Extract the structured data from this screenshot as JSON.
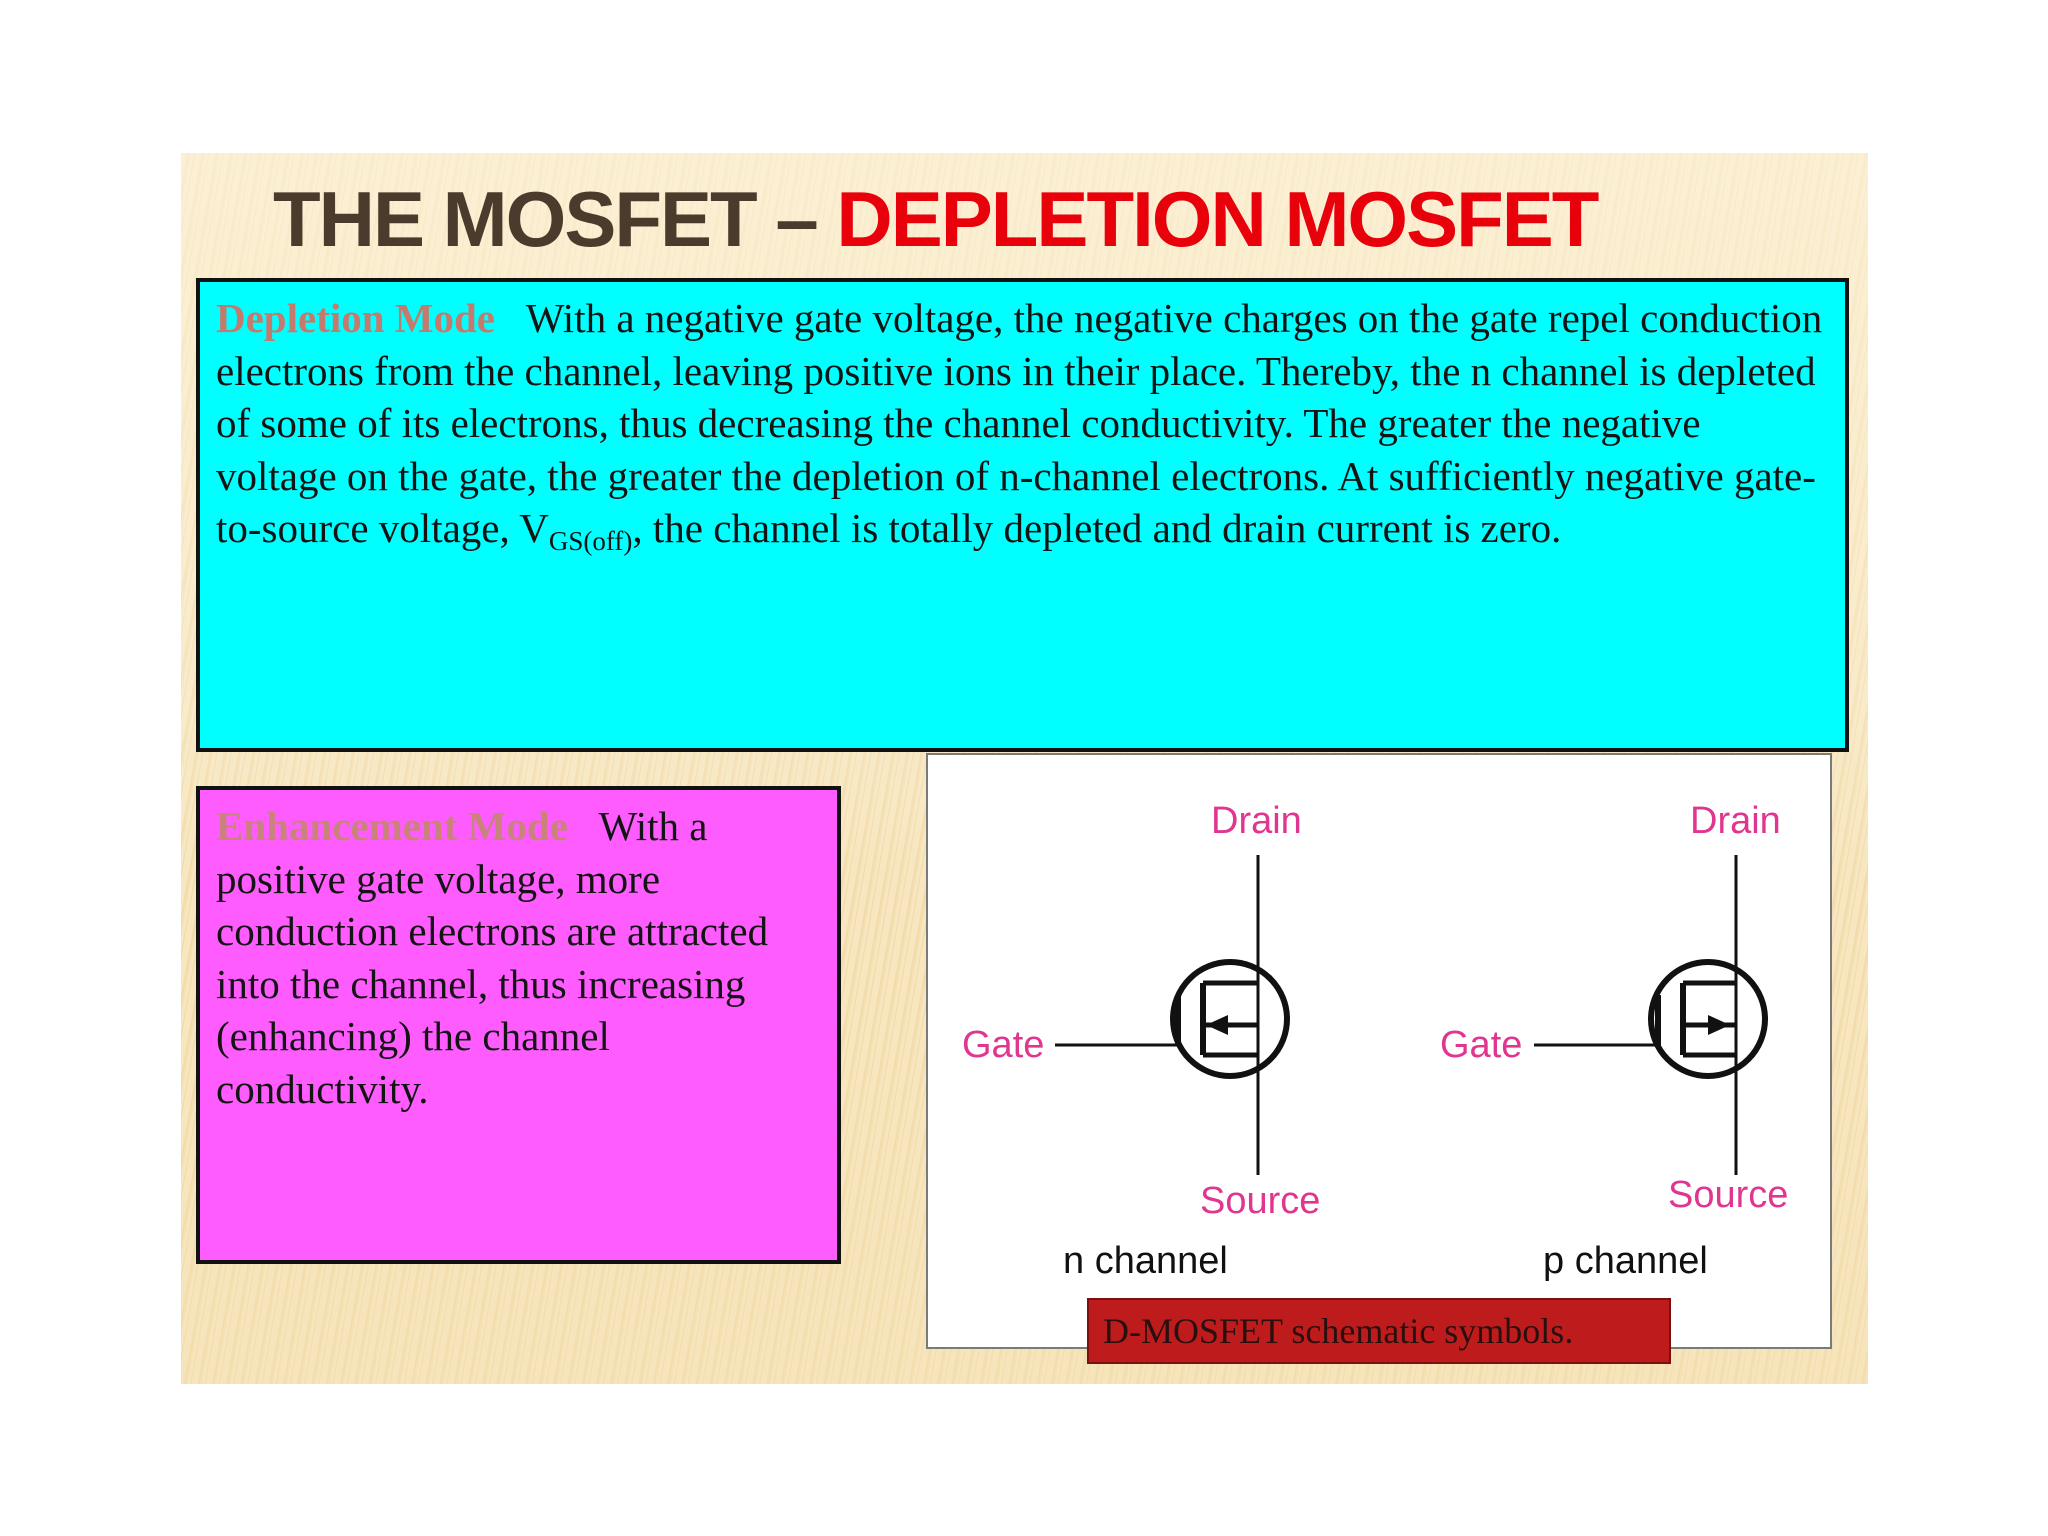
{
  "slide": {
    "title_part1": "THE MOSFET",
    "title_separator": " – ",
    "title_part2": "DEPLETION MOSFET"
  },
  "depletion": {
    "label": "Depletion Mode",
    "text_before": "With a negative gate voltage, the negative charges on the gate repel conduction electrons from the channel, leaving positive ions in their place. Thereby, the n channel is depleted of some of its electrons, thus decreasing the channel conductivity. The greater the negative voltage on the gate, the greater the depletion of n-channel electrons. At sufficiently negative gate-to-source voltage, V",
    "subscript": "GS(off)",
    "text_after": ", the channel is totally depleted and drain current is zero."
  },
  "enhancement": {
    "label": "Enhancement Mode",
    "text": "With a positive gate voltage, more conduction electrons are attracted into the channel, thus increasing (enhancing) the channel conductivity."
  },
  "diagram": {
    "n_channel": {
      "drain": "Drain",
      "gate": "Gate",
      "source": "Source",
      "label": "n channel"
    },
    "p_channel": {
      "drain": "Drain",
      "gate": "Gate",
      "source": "Source",
      "label": "p channel"
    },
    "caption": "D-MOSFET schematic symbols.",
    "colors": {
      "terminal_label": "#e0368f",
      "caption_background": "#be1c1c"
    }
  },
  "colors": {
    "title_dark": "#4a3b2c",
    "title_red": "#e8000b",
    "depletion_box": "#00ffff",
    "enhancement_box": "#ff5cff"
  }
}
